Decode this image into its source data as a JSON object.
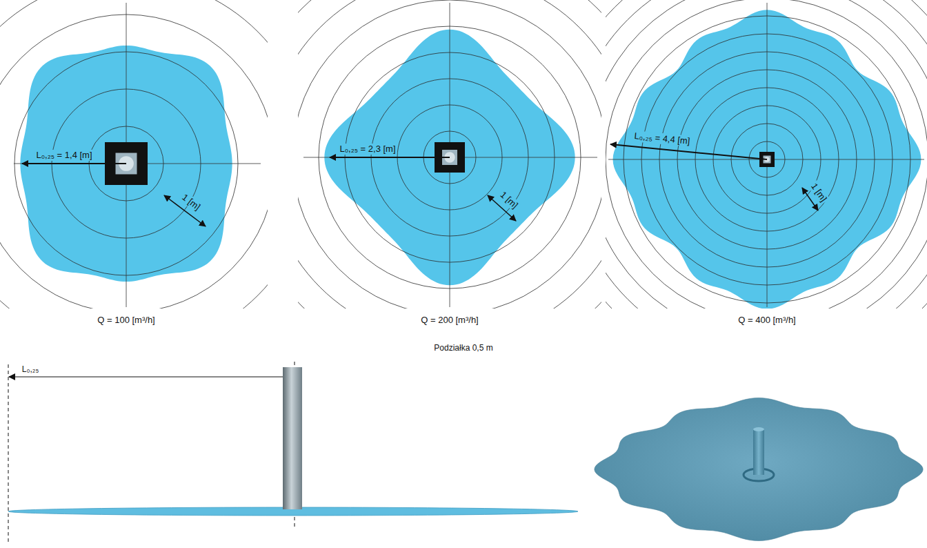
{
  "diagram": {
    "labels": [
      "L₀,₂₅ = 1,4 [m]",
      "1 [m]",
      "Q = 100 [m³/h]",
      "L₀,₂₅ = 2,3 [m]",
      "1 [m]",
      "Q = 200 [m³/h]",
      "L₀,₂₅ = 4,4 [m]",
      "1 [m]",
      "Q = 400 [m³/h]",
      "Podziałka 0,5 m",
      "L₀,₂₅"
    ]
  }
}
